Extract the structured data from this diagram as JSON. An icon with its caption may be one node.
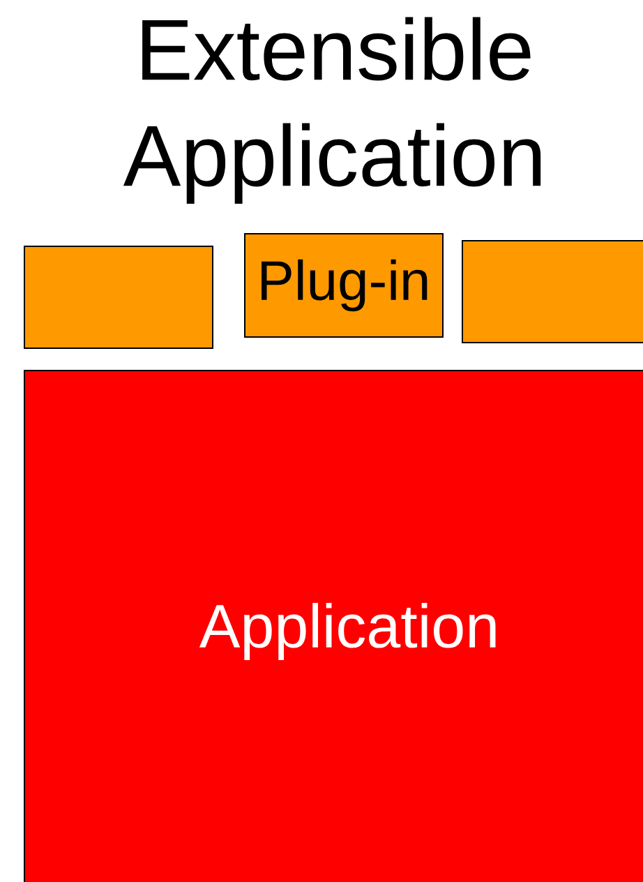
{
  "diagram": {
    "title": "Extensible Application",
    "nodes": [
      {
        "text": [],
        "shape": "box"
      },
      {
        "text": [
          "Plug-in"
        ]
      },
      {
        "text": [],
        "shape": "box"
      },
      {
        "text": [
          "Application"
        ]
      }
    ]
  }
}
